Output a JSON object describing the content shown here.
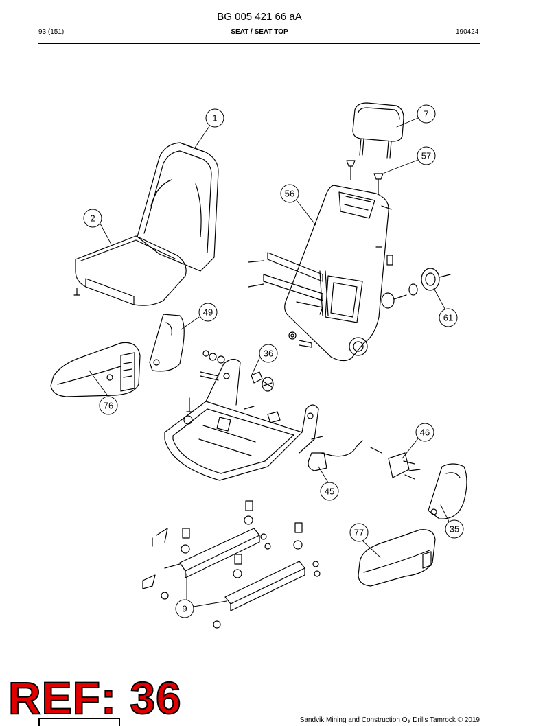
{
  "header": {
    "doc_id": "BG 005 421 66 aA",
    "page": "93 (151)",
    "title": "SEAT / SEAT TOP",
    "date": "190424"
  },
  "callouts": [
    "1",
    "2",
    "7",
    "57",
    "56",
    "49",
    "36",
    "61",
    "76",
    "46",
    "45",
    "35",
    "77",
    "9"
  ],
  "ref_stamp": "REF: 36",
  "footer": {
    "copyright": "Sandvik Mining and Construction Oy Drills Tamrock © 2019"
  }
}
